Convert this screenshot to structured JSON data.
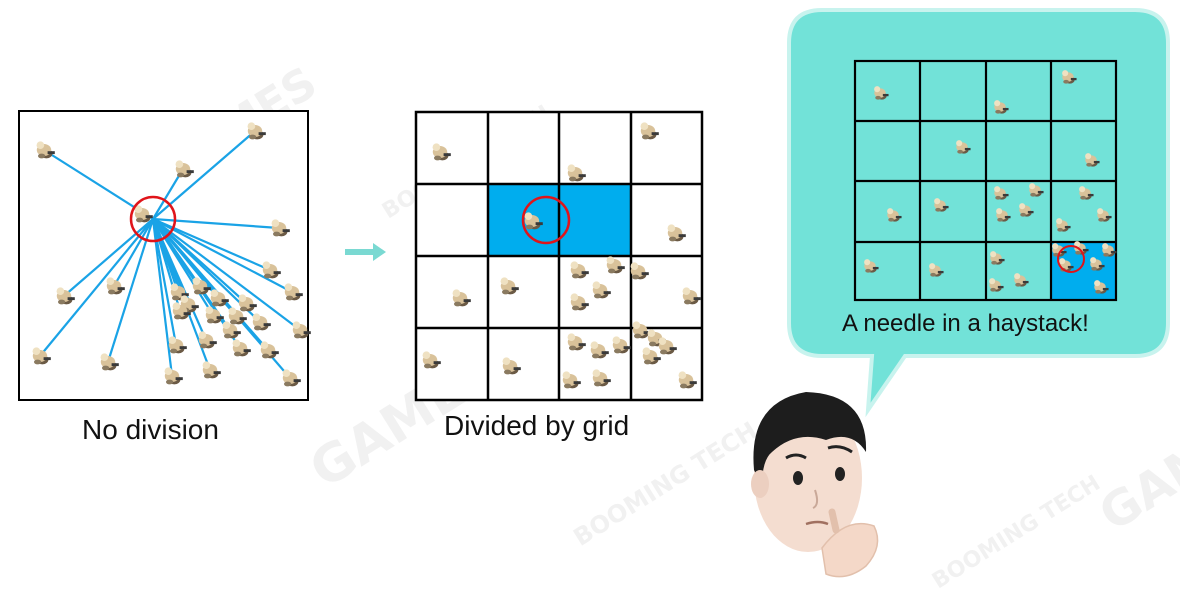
{
  "panels": {
    "no_division": {
      "caption": "No division"
    },
    "grid": {
      "caption": "Divided by grid"
    },
    "bubble": {
      "caption": "A needle in a haystack!"
    }
  },
  "watermarks": [
    "GAMES",
    "BOOMING TECH",
    "GAMES",
    "BOOMING TECH",
    "GAMES",
    "BOOMING TECH"
  ],
  "colors": {
    "line": "#1aa3e6",
    "highlight_cell": "#00adee",
    "bubble_fill": "#72e2d8",
    "bubble_border": "#c8f3ee",
    "circle": "#e0141a",
    "arrow": "#7ad9d2"
  },
  "icons": {
    "unit": "soldier-icon",
    "arrow": "right-arrow-icon",
    "avatar": "thinking-boy-avatar"
  }
}
